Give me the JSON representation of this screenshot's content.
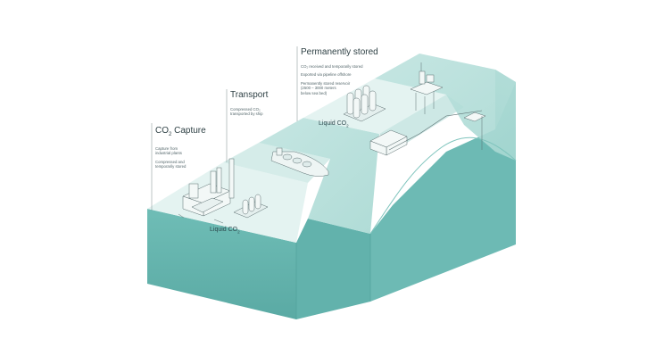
{
  "stages": {
    "capture": {
      "title_main": "CO",
      "title_sub": "2",
      "title_rest": " Capture",
      "lines": [
        "Capture from\nindustrial plants",
        "Compressed and\ntemporarily stored"
      ]
    },
    "transport": {
      "title": "Transport",
      "lines": [
        "Compressed CO₂\ntransported by ship"
      ]
    },
    "stored": {
      "title": "Permanently stored",
      "lines": [
        "CO₂ received and temporarily stored",
        "Exported via pipeline offshore",
        "Permanently stored reservoir\n(2500 – 3000 meters\nbelow sea bed)"
      ]
    }
  },
  "labels": {
    "liquid_main": "Liquid CO",
    "liquid_sub": "2"
  },
  "colors": {
    "block_top": "#e1f1ef",
    "block_front": "#5fb1ab",
    "block_side": "#8ecbc5",
    "water_surface": "#b9e0dc",
    "line": "#6c7e80"
  }
}
